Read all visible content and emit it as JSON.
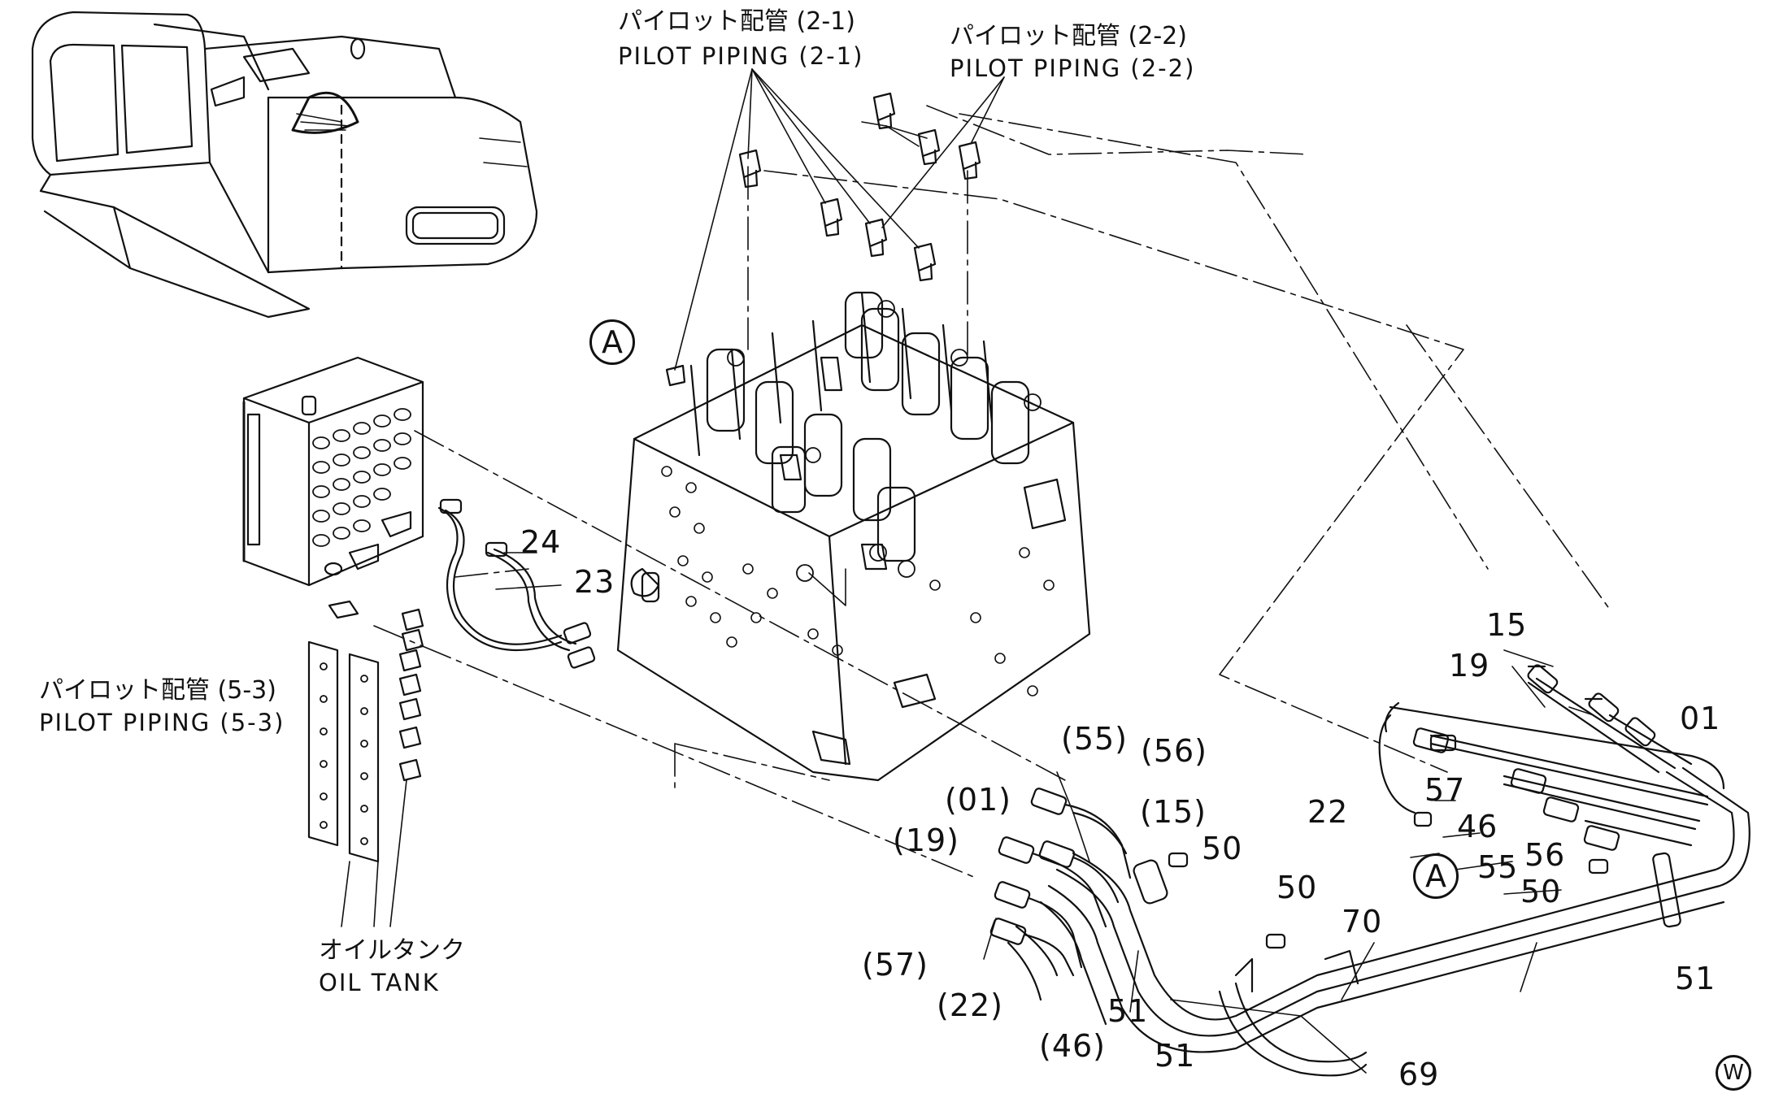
{
  "callouts": {
    "pilot_2_1": {
      "jp": "パイロット配管 (2-1)",
      "en": "PILOT  PIPING (2-1)"
    },
    "pilot_2_2": {
      "jp": "パイロット配管 (2-2)",
      "en": "PILOT  PIPING (2-2)"
    },
    "pilot_5_3": {
      "jp": "パイロット配管 (5-3)",
      "en": "PILOT  PIPING (5-3)"
    },
    "oil_tank": {
      "jp": "オイルタンク",
      "en": "OIL  TANK"
    }
  },
  "markers": {
    "a_top": "A",
    "a_bottom": "A",
    "w_corner": "W"
  },
  "part_numbers": {
    "p24": "24",
    "p23": "23",
    "p15": "15",
    "p19": "19",
    "p01": "01",
    "p55_ref": "(55)",
    "p56_ref": "(56)",
    "p01_ref": "(01)",
    "p15_ref": "(15)",
    "p19_ref": "(19)",
    "p50_a": "50",
    "p22": "22",
    "p57": "57",
    "p46": "46",
    "p55": "55",
    "p56": "56",
    "p50_b": "50",
    "p50_c": "50",
    "p70": "70",
    "p57_ref": "(57)",
    "p22_ref": "(22)",
    "p46_ref": "(46)",
    "p51_a": "51",
    "p51_b": "51",
    "p51_c": "51",
    "p69": "69"
  }
}
